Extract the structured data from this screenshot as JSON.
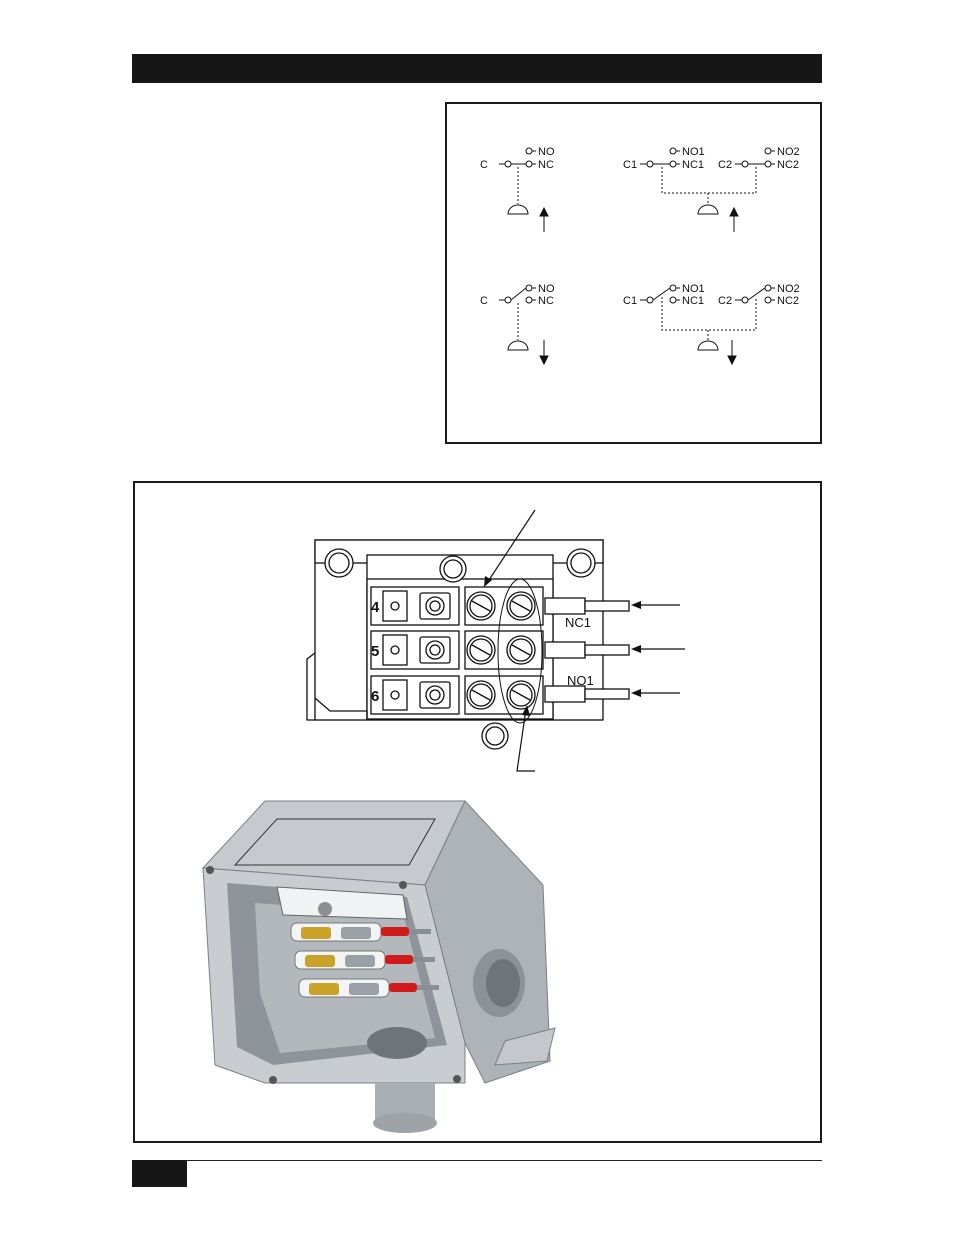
{
  "single_switch": {
    "common": "C",
    "normally_open": "NO",
    "normally_closed": "NC"
  },
  "dual_switch": {
    "common_1": "C1",
    "common_2": "C2",
    "normally_open_1": "NO1",
    "normally_open_2": "NO2",
    "normally_closed_1": "NC1",
    "normally_closed_2": "NC2"
  },
  "terminal_block": {
    "terminal_numbers": [
      "4",
      "5",
      "6"
    ],
    "wire_tags": [
      "NC1",
      "NO1"
    ]
  },
  "colors": {
    "header": "#161616",
    "enclosure": "#b9bdc2",
    "terminal_brass": "#c9a227",
    "wire_tip": "#d11a1a"
  }
}
